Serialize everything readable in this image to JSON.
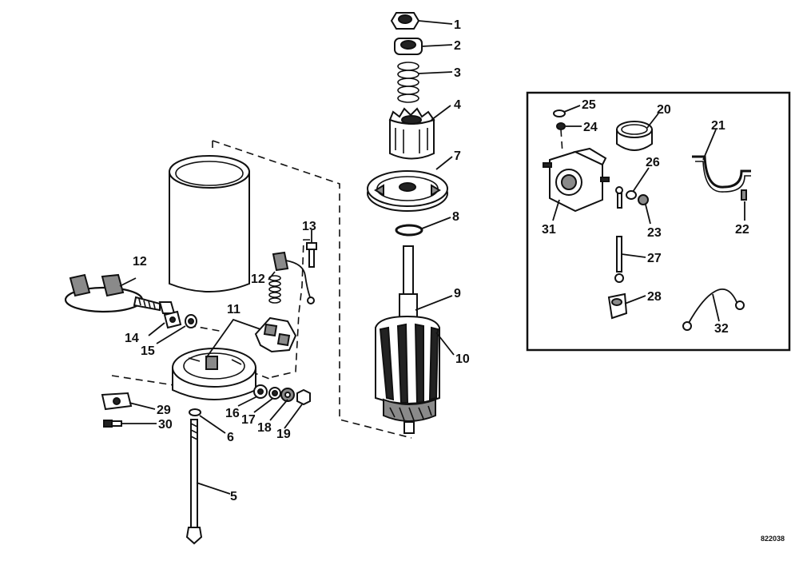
{
  "figure_code": "822038",
  "callouts": {
    "c1": "1",
    "c2": "2",
    "c3": "3",
    "c4": "4",
    "c5": "5",
    "c6": "6",
    "c7": "7",
    "c8": "8",
    "c9": "9",
    "c10": "10",
    "c11": "11",
    "c12a": "12",
    "c12b": "12",
    "c13": "13",
    "c14": "14",
    "c15": "15",
    "c16": "16",
    "c17": "17",
    "c18": "18",
    "c19": "19",
    "c20": "20",
    "c21": "21",
    "c22": "22",
    "c23": "23",
    "c24": "24",
    "c25": "25",
    "c26": "26",
    "c27": "27",
    "c28": "28",
    "c29": "29",
    "c30": "30",
    "c31": "31",
    "c32": "32"
  }
}
